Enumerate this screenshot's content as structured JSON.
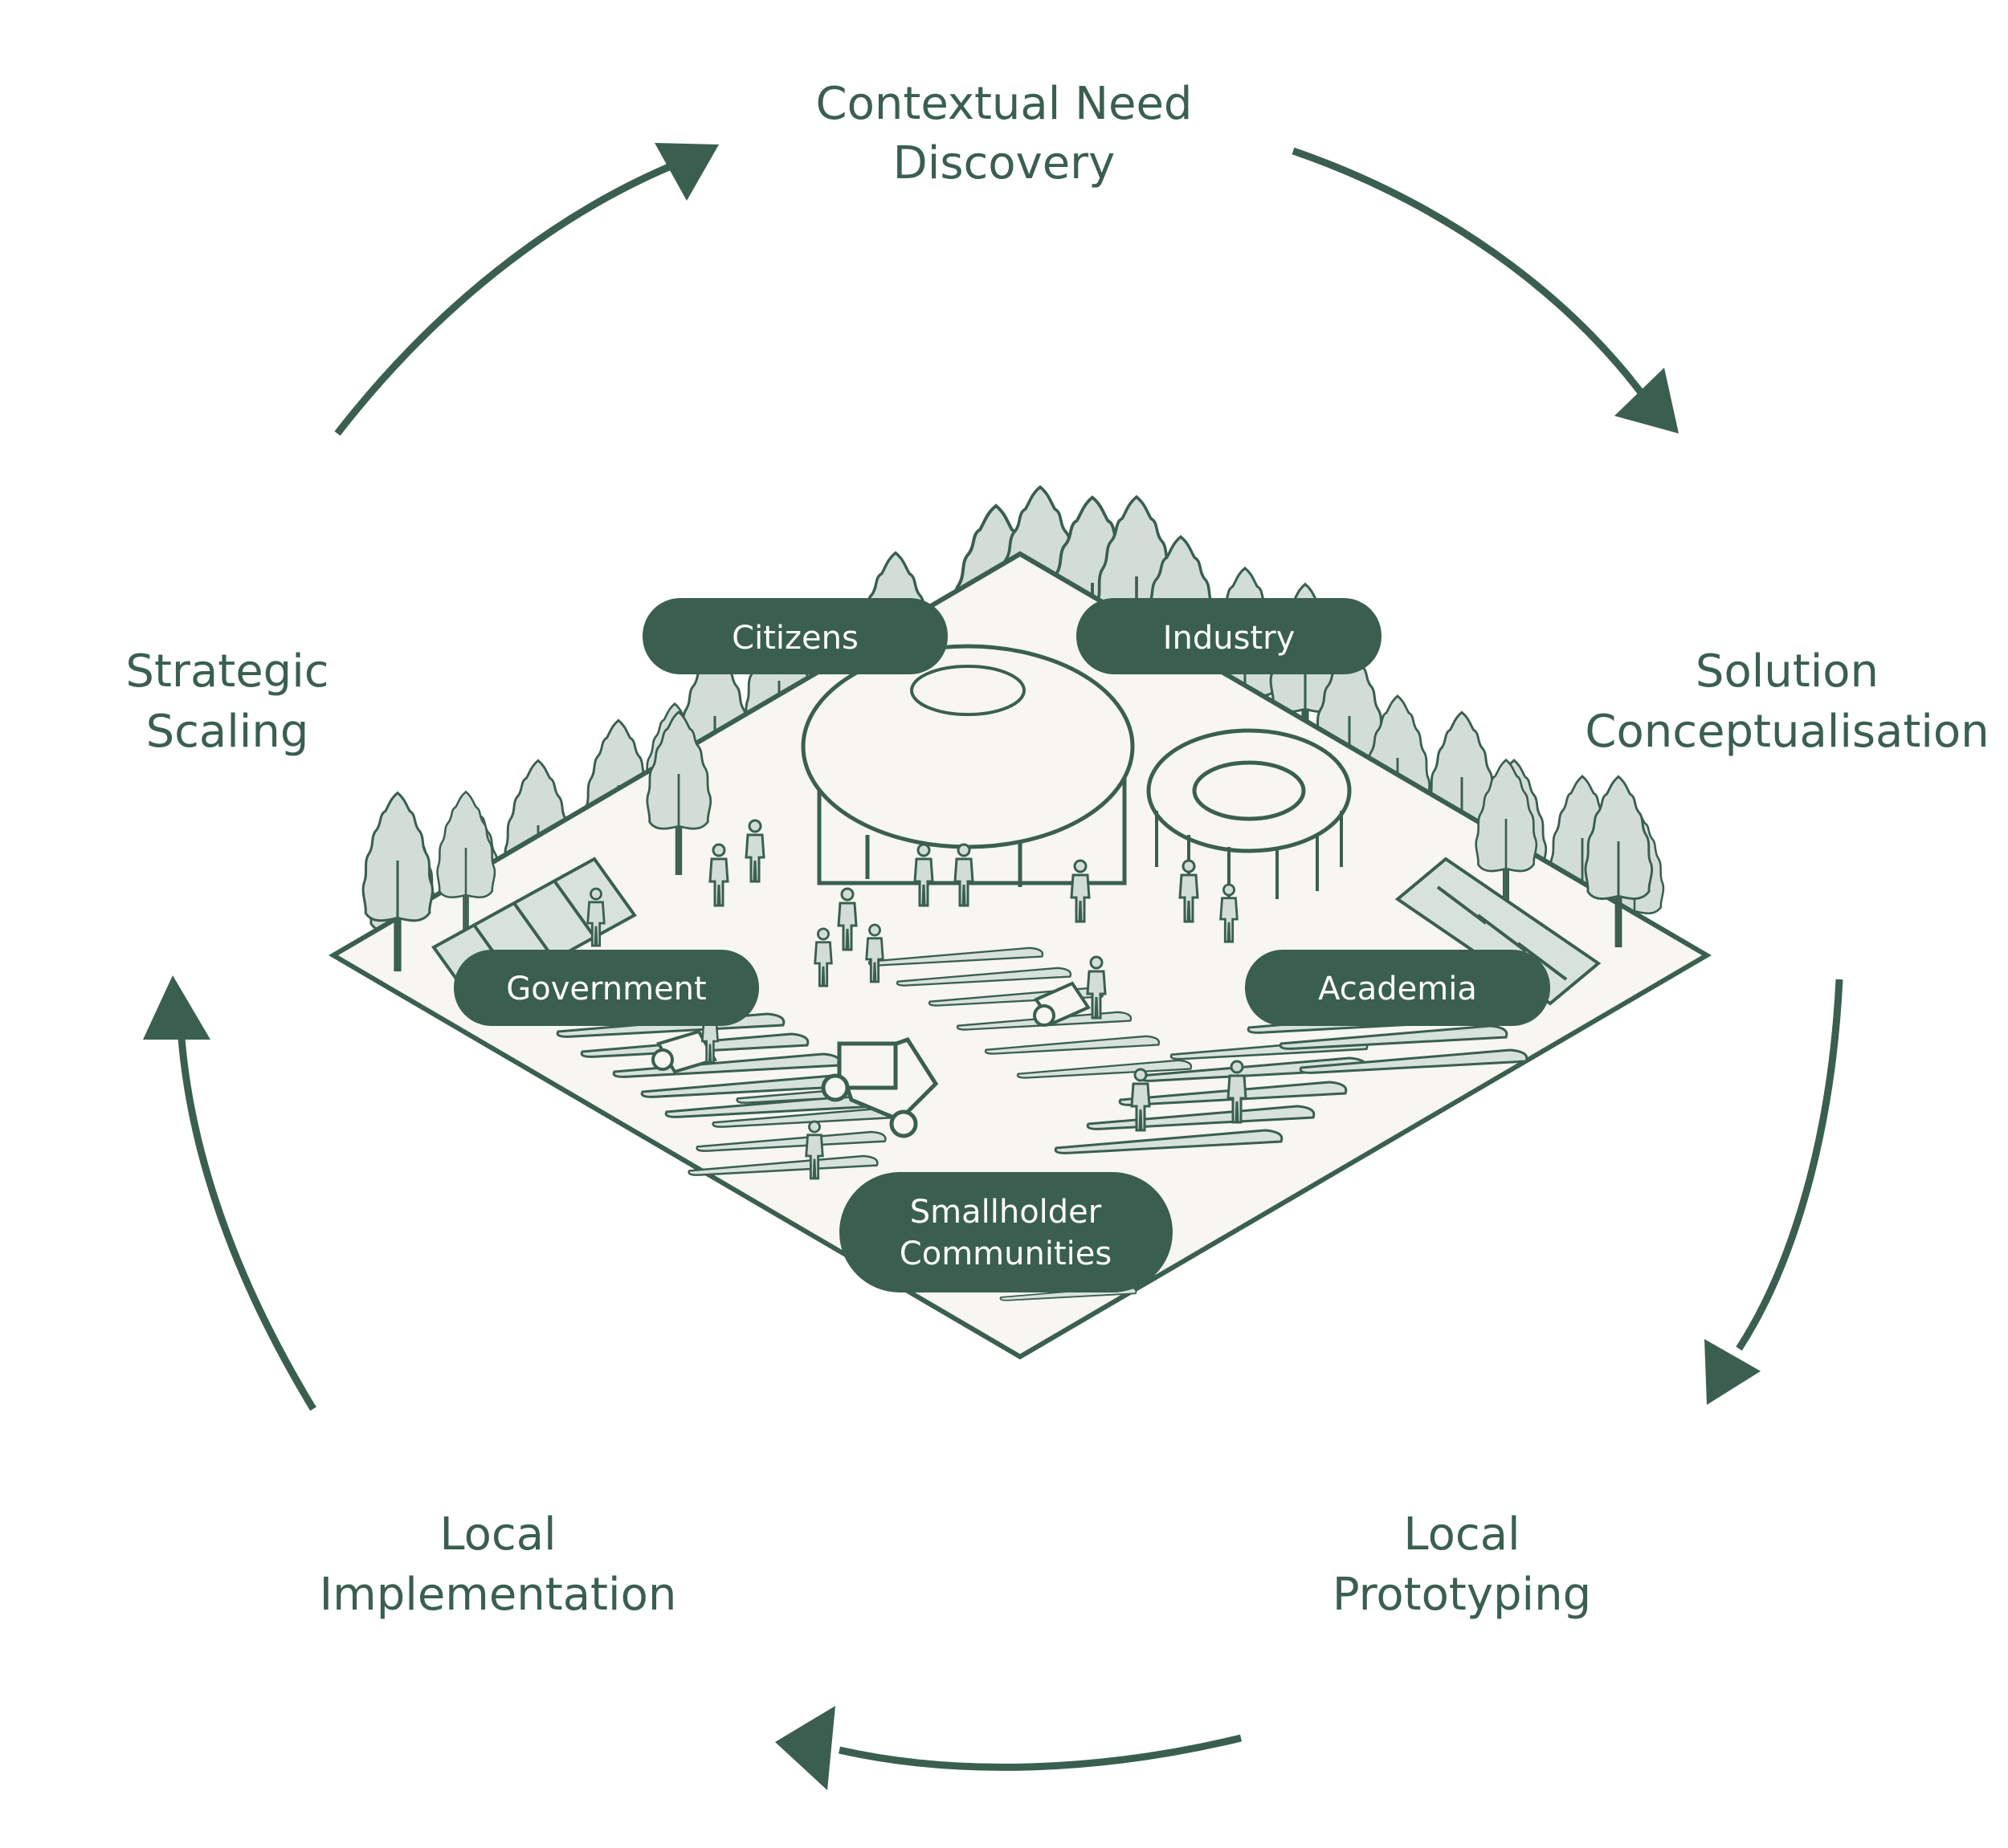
{
  "colors": {
    "primary": "#3a5f4f",
    "tree_fill": "#d3ddd7",
    "ground": "#f7f6f1",
    "field_strip": "#d8e2dc",
    "pill_text": "#ffffff"
  },
  "cycle": {
    "stages": [
      {
        "line1": "Contextual Need",
        "line2": "Discovery"
      },
      {
        "line1": "Solution",
        "line2": "Conceptualisation"
      },
      {
        "line1": "Local",
        "line2": "Prototyping"
      },
      {
        "line1": "Local",
        "line2": "Implementation"
      },
      {
        "line1": "Strategic",
        "line2": "Scaling"
      }
    ]
  },
  "stakeholders": [
    {
      "line1": "Citizens",
      "line2": ""
    },
    {
      "line1": "Industry",
      "line2": ""
    },
    {
      "line1": "Government",
      "line2": ""
    },
    {
      "line1": "Academia",
      "line2": ""
    },
    {
      "line1": "Smallholder",
      "line2": "Communities"
    }
  ],
  "icons": {
    "arrows": "cycle-arrow-icon",
    "trees": "tree-icon",
    "people": "person-icon",
    "solar": "solar-panel-icon",
    "tractor": "tractor-icon"
  }
}
